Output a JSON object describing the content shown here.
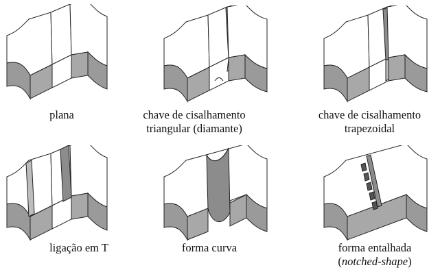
{
  "figures": [
    {
      "key": "plana",
      "caption": [
        "plana"
      ]
    },
    {
      "key": "triangular",
      "caption": [
        "chave de cisalhamento",
        "triangular (diamante)"
      ]
    },
    {
      "key": "trapezoidal",
      "caption": [
        "chave de cisalhamento",
        "trapezoidal"
      ]
    },
    {
      "key": "ligacao_t",
      "caption": [
        "ligação em T"
      ]
    },
    {
      "key": "curva",
      "caption": [
        "forma curva"
      ]
    },
    {
      "key": "entalhada",
      "caption": [
        "forma entalhada",
        "(",
        "notched-shape",
        ")"
      ]
    }
  ],
  "colors": {
    "side": "#9a9a9a",
    "top": "#ffffff",
    "stroke": "#222222",
    "shade": "#8c8c8c"
  }
}
